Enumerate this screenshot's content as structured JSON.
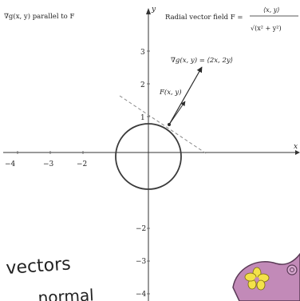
{
  "labels": {
    "top_left": "∇g(x, y) parallel to F",
    "radial_prefix": "Radial vector field F =",
    "fraction_num": "⟨x, y⟩",
    "fraction_den": "√(x² + y²)",
    "grad_label": "∇g(x, y) = ⟨2x, 2y⟩",
    "f_label": "F(x, y)",
    "y_axis": "y",
    "x_axis": "x"
  },
  "ticks": {
    "x_neg": [
      "−4",
      "−3",
      "−2"
    ],
    "y_pos": [
      "3",
      "2",
      "1"
    ],
    "y_neg": [
      "−2",
      "−3",
      "−4"
    ]
  },
  "handwriting": {
    "line1": "vectors",
    "line2": "normal"
  },
  "colors": {
    "axis": "#333333",
    "circle": "#3a3a3a",
    "arrow": "#2a2a2a",
    "dashed": "#8a8a8a",
    "sticker_purple": "#c28ab8",
    "sticker_yellow": "#f3e24a"
  },
  "icons": {
    "corner_sticker": "flower-sticker-icon"
  }
}
